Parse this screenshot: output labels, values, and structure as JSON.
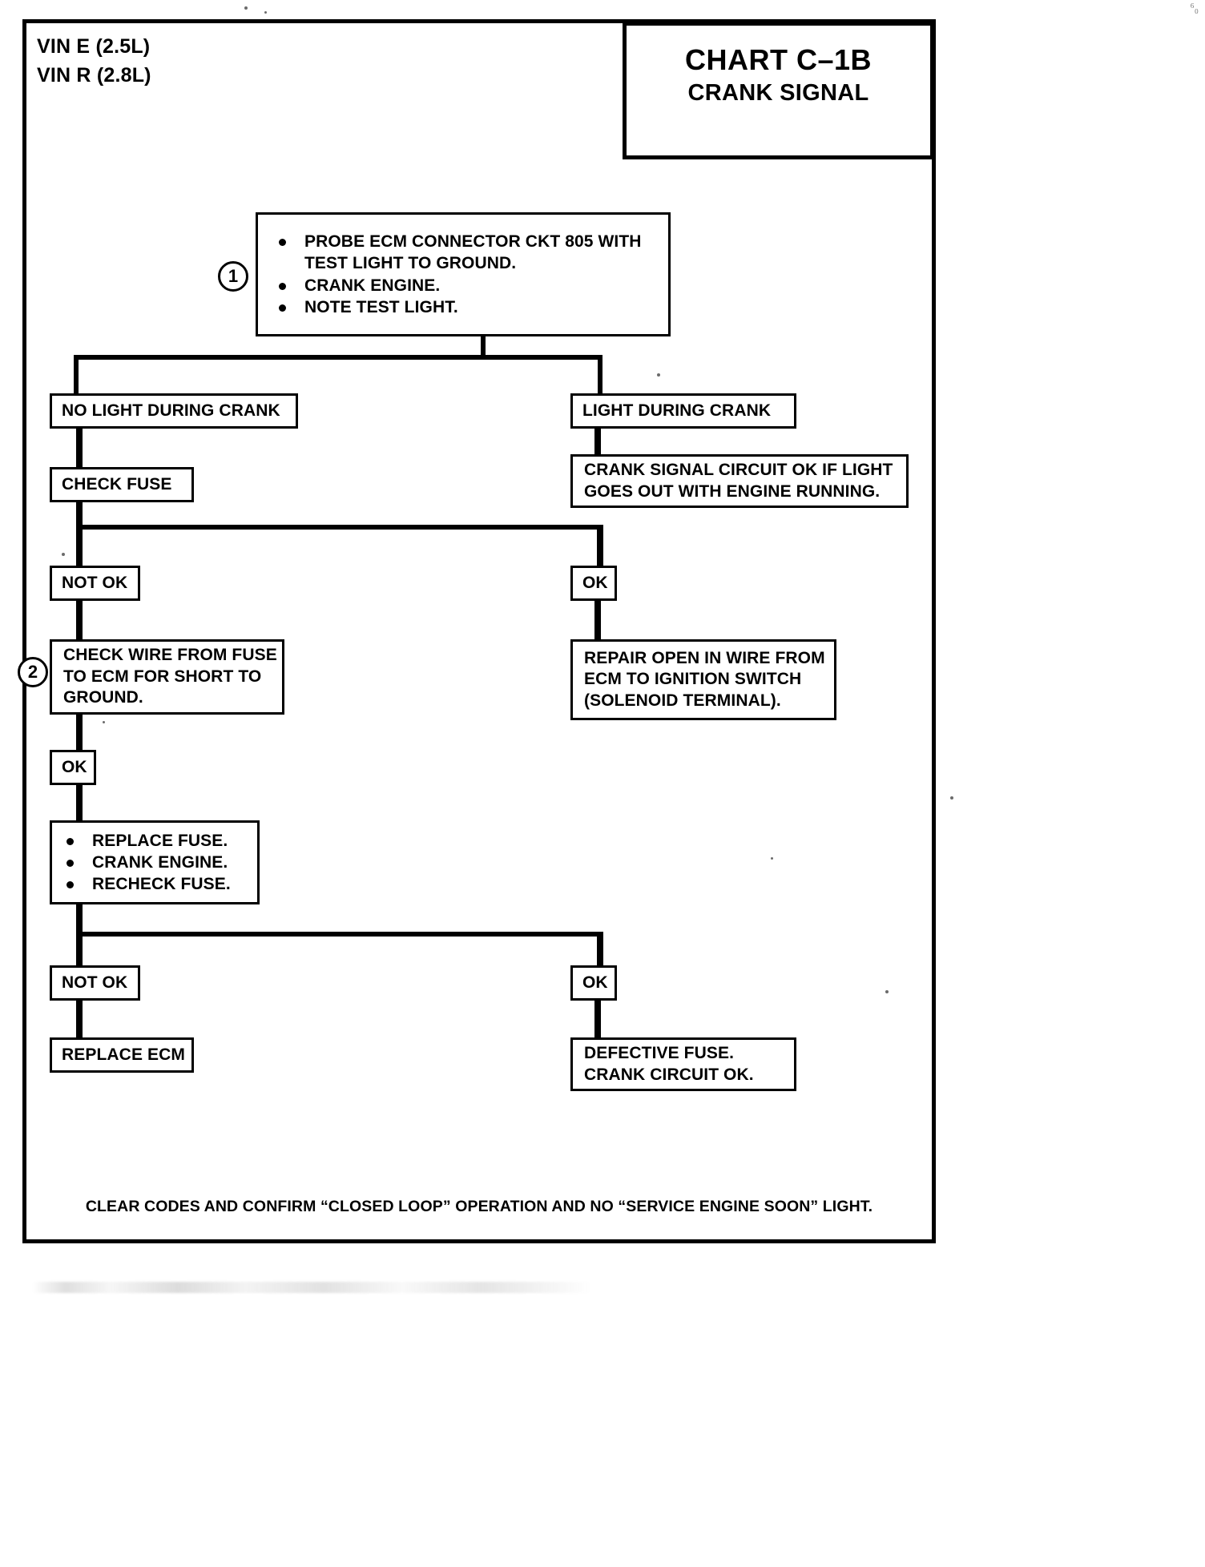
{
  "header": {
    "vin_lines": [
      "VIN E (2.5L)",
      "VIN R (2.8L)"
    ],
    "chart_id": "CHART C–1B",
    "chart_subtitle": "CRANK SIGNAL"
  },
  "steps": {
    "step1_marker": "1",
    "step2_marker": "2"
  },
  "nodes": {
    "step1": {
      "bullets": [
        [
          "PROBE ECM CONNECTOR CKT 805 WITH",
          "TEST LIGHT TO GROUND."
        ],
        [
          "CRANK ENGINE."
        ],
        [
          "NOTE TEST LIGHT."
        ]
      ]
    },
    "no_light": {
      "lines": [
        "NO LIGHT DURING CRANK"
      ]
    },
    "light_during_crank": {
      "lines": [
        "LIGHT DURING CRANK"
      ]
    },
    "check_fuse": {
      "lines": [
        "CHECK FUSE"
      ]
    },
    "crank_ok_note": {
      "lines": [
        "CRANK SIGNAL CIRCUIT OK IF LIGHT",
        "GOES OUT WITH ENGINE RUNNING."
      ]
    },
    "not_ok_1": {
      "lines": [
        "NOT OK"
      ]
    },
    "ok_1": {
      "lines": [
        "OK"
      ]
    },
    "step2": {
      "lines": [
        "CHECK WIRE FROM FUSE",
        "TO ECM FOR SHORT TO",
        "GROUND."
      ]
    },
    "repair_open": {
      "lines": [
        "REPAIR OPEN IN WIRE FROM",
        "ECM TO IGNITION SWITCH",
        "(SOLENOID TERMINAL)."
      ]
    },
    "ok_2": {
      "lines": [
        "OK"
      ]
    },
    "replace_fuse": {
      "bullets": [
        [
          "REPLACE FUSE."
        ],
        [
          "CRANK ENGINE."
        ],
        [
          "RECHECK FUSE."
        ]
      ]
    },
    "not_ok_2": {
      "lines": [
        "NOT OK"
      ]
    },
    "ok_3": {
      "lines": [
        "OK"
      ]
    },
    "replace_ecm": {
      "lines": [
        "REPLACE ECM"
      ]
    },
    "defective_fuse": {
      "lines": [
        "DEFECTIVE FUSE.",
        "CRANK CIRCUIT OK."
      ]
    }
  },
  "footer": {
    "note": "CLEAR CODES AND CONFIRM “CLOSED LOOP” OPERATION AND NO “SERVICE ENGINE SOON” LIGHT."
  },
  "scan": {
    "edge_mark": "⁶₀"
  },
  "colors": {
    "ink": "#000000",
    "paper": "#ffffff"
  }
}
